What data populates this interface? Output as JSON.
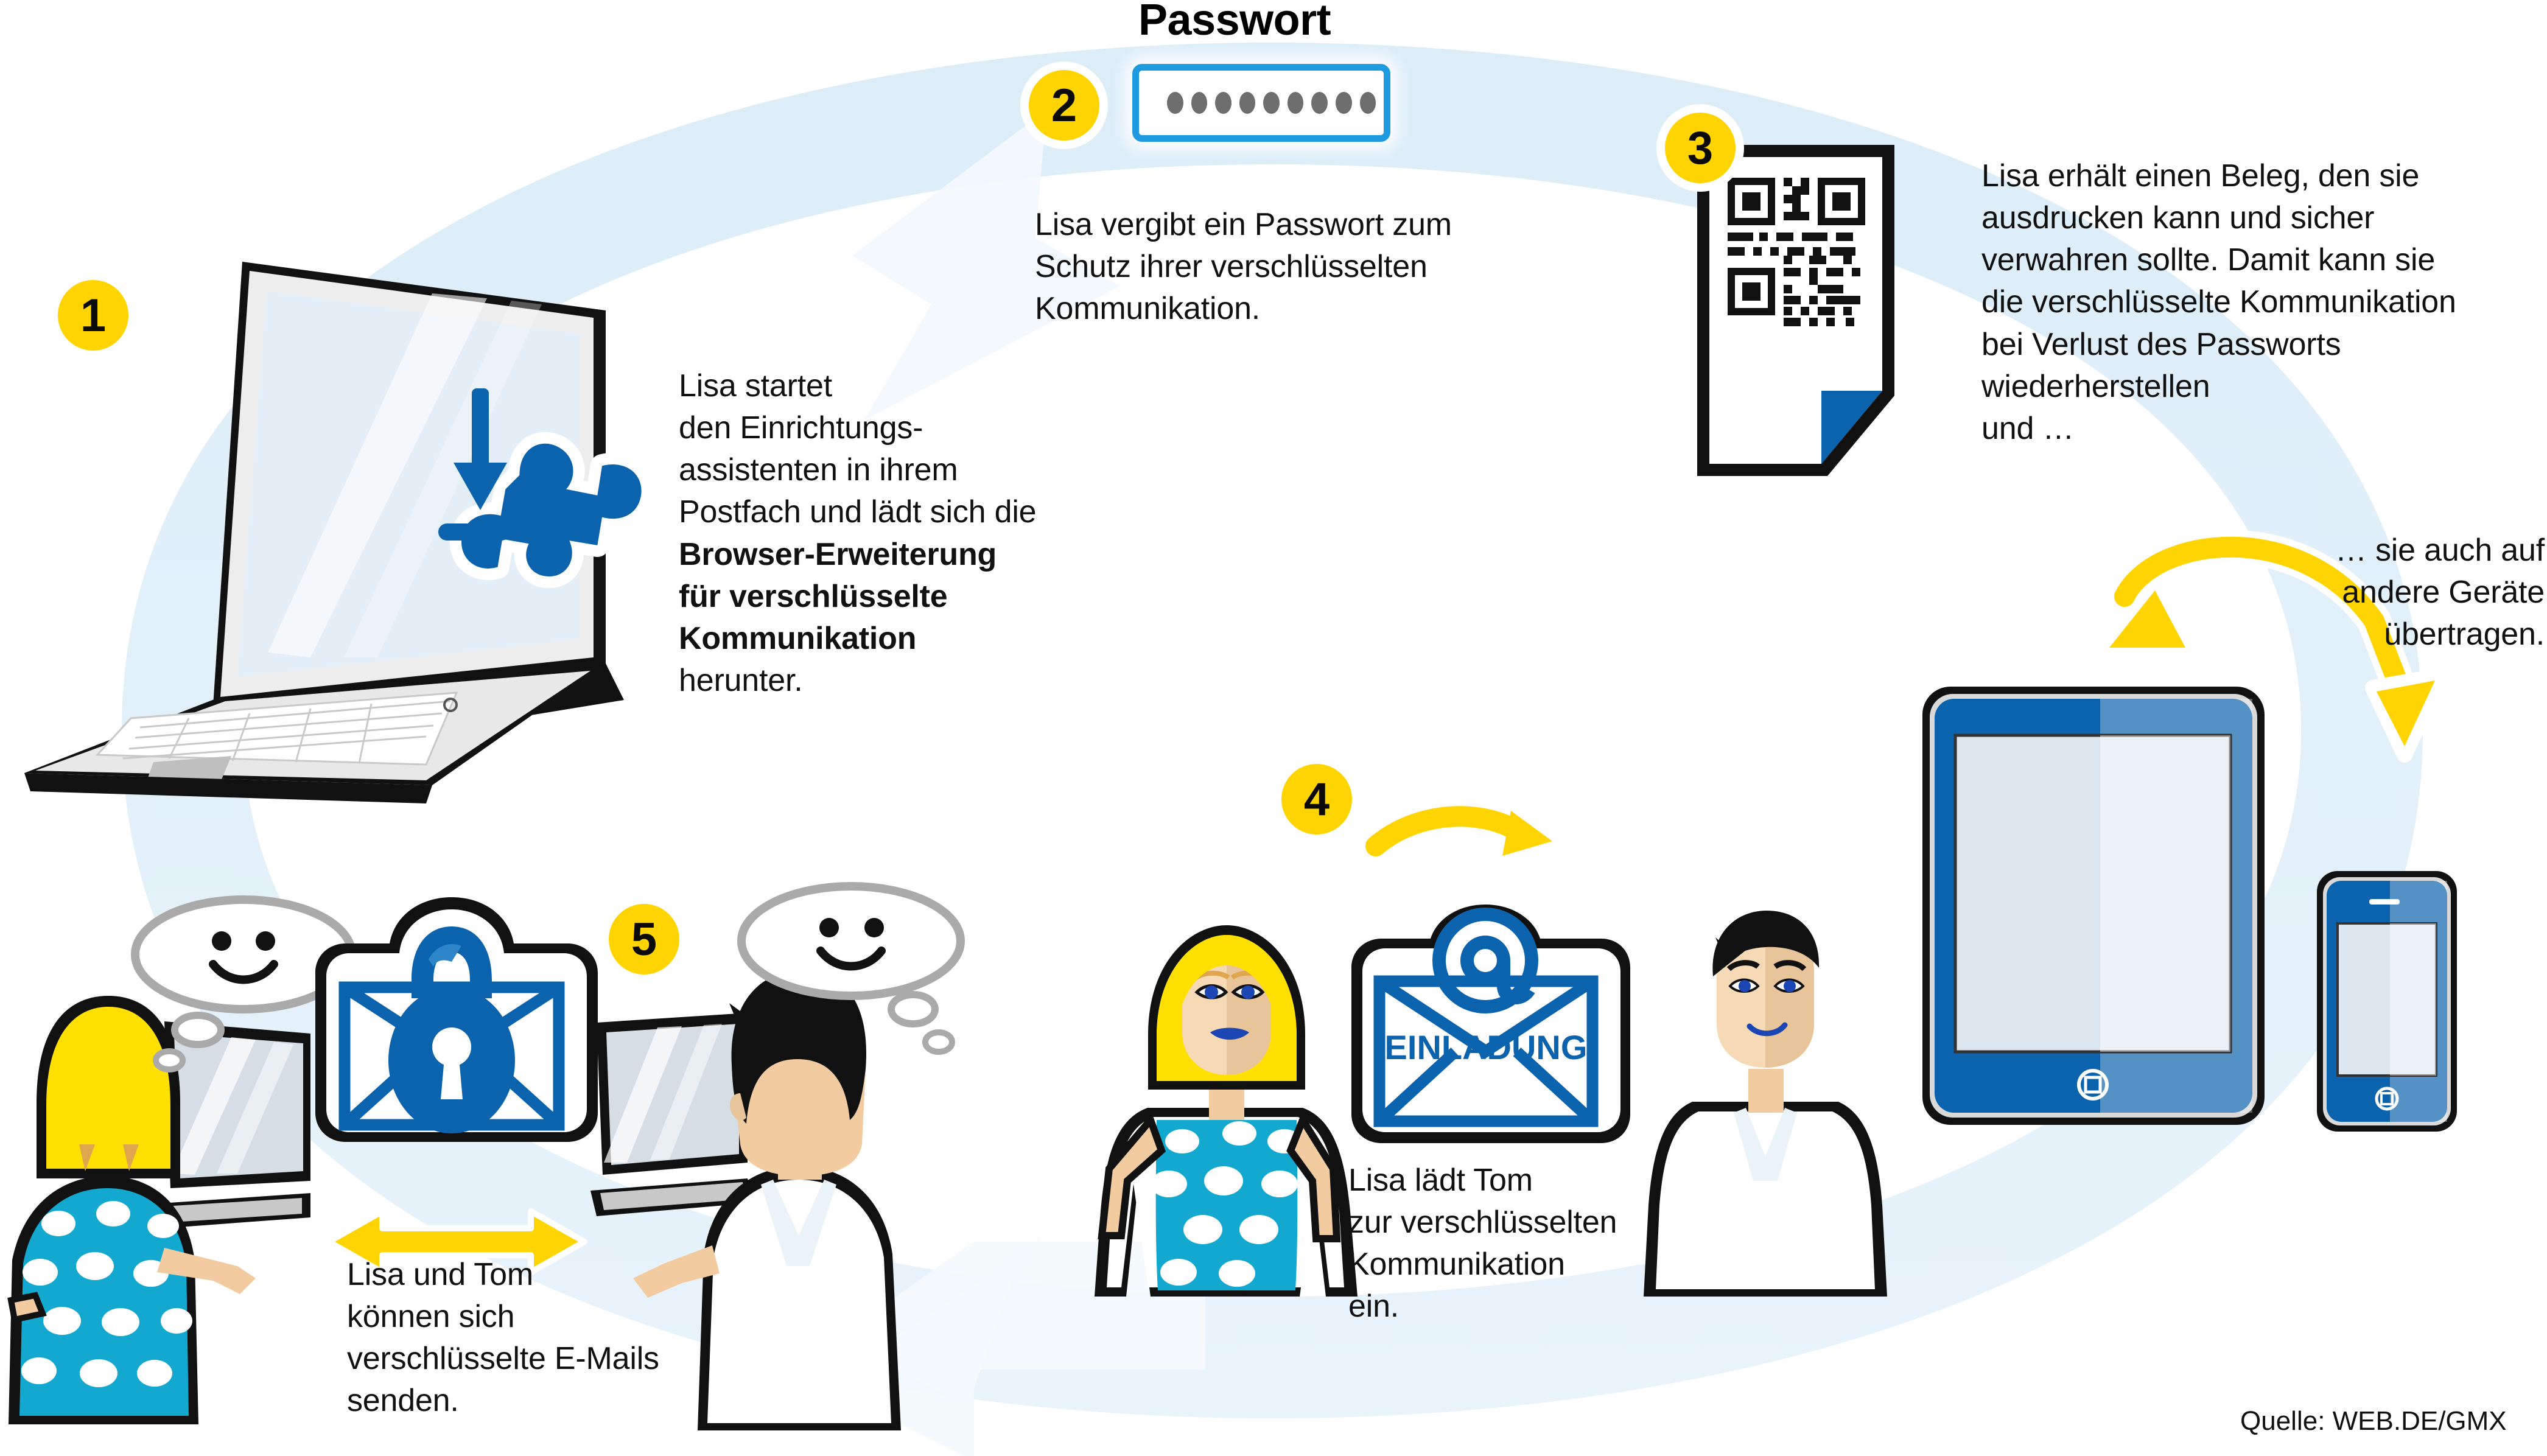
{
  "infographic": {
    "title": "Passwort",
    "source": "Quelle: WEB.DE/GMX",
    "accent_yellow": "#FFD400",
    "accent_blue": "#0B63AD",
    "bg_blue": "#DCEDF8"
  },
  "password_field": {
    "label": "Passwort",
    "masked_value": "•••••••••",
    "dot_count": 9,
    "border_color": "#1E9BE0"
  },
  "steps": [
    {
      "number": "1",
      "icon": "laptop-puzzle-download-icon",
      "text_plain": "Lisa startet\nden Einrichtungs-\nassistenten in ihrem\nPostfach und lädt sich die\nBrowser-Erweiterung\nfür verschlüsselte\nKommunikation\nherunter.",
      "line1": "Lisa startet",
      "line2": "den Einrichtungs-",
      "line3": "assistenten in ihrem",
      "line4": "Postfach und lädt sich die",
      "bold1": "Browser-Erweiterung",
      "bold2": "für verschlüsselte",
      "bold3": "Kommunikation",
      "line8": "herunter."
    },
    {
      "number": "2",
      "icon": "password-input-icon",
      "text_plain": "Lisa vergibt ein Passwort zum\nSchutz ihrer verschlüsselten\nKommunikation."
    },
    {
      "number": "3",
      "icon": "qr-code-document-icon",
      "text_plain": "Lisa erhält einen Beleg, den sie\nausdrucken kann und sicher\nverwahren sollte. Damit kann sie\ndie verschlüsselte Kommunikation\nbei Verlust des Passworts\nwiederherstellen\nund …"
    },
    {
      "number": "4",
      "icon": "invitation-envelope-icon",
      "envelope_label": "EINLADUNG",
      "at_symbol": "@",
      "text_plain": "Lisa lädt Tom\nzur verschlüsselten\nKommunikation\nein."
    },
    {
      "number": "5",
      "icon": "locked-envelope-icon",
      "text_plain": "Lisa und Tom\nkönnen sich\nverschlüsselte E-Mails\nsenden."
    }
  ],
  "devices_note": {
    "text_plain": "… sie auch auf\nandere Geräte\nübertragen.",
    "devices": [
      "tablet",
      "smartphone"
    ]
  }
}
